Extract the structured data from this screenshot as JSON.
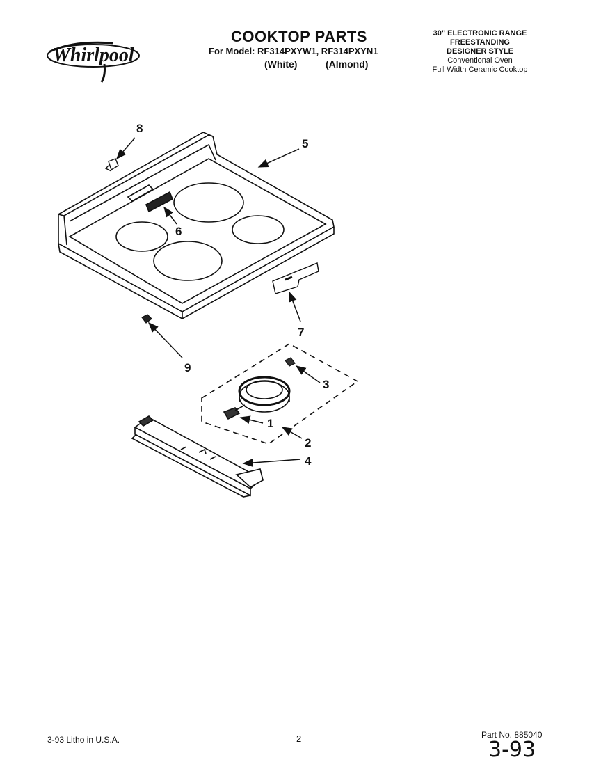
{
  "header": {
    "brand": "Whirlpool",
    "title": "COOKTOP PARTS",
    "model_line": "For Model: RF314PXYW1, RF314PXYN1",
    "variant_white": "(White)",
    "variant_almond": "(Almond)",
    "description": [
      "30\" ELECTRONIC RANGE",
      "FREESTANDING",
      "DESIGNER STYLE",
      "Conventional Oven",
      "Full Width Ceramic Cooktop"
    ]
  },
  "callouts": {
    "c1": "1",
    "c2": "2",
    "c3": "3",
    "c4": "4",
    "c5": "5",
    "c6": "6",
    "c7": "7",
    "c8": "8",
    "c9": "9"
  },
  "footer": {
    "litho": "3-93 Litho in U.S.A.",
    "page_number": "2",
    "part_number": "Part No. 885040",
    "handwritten": "3-93"
  }
}
